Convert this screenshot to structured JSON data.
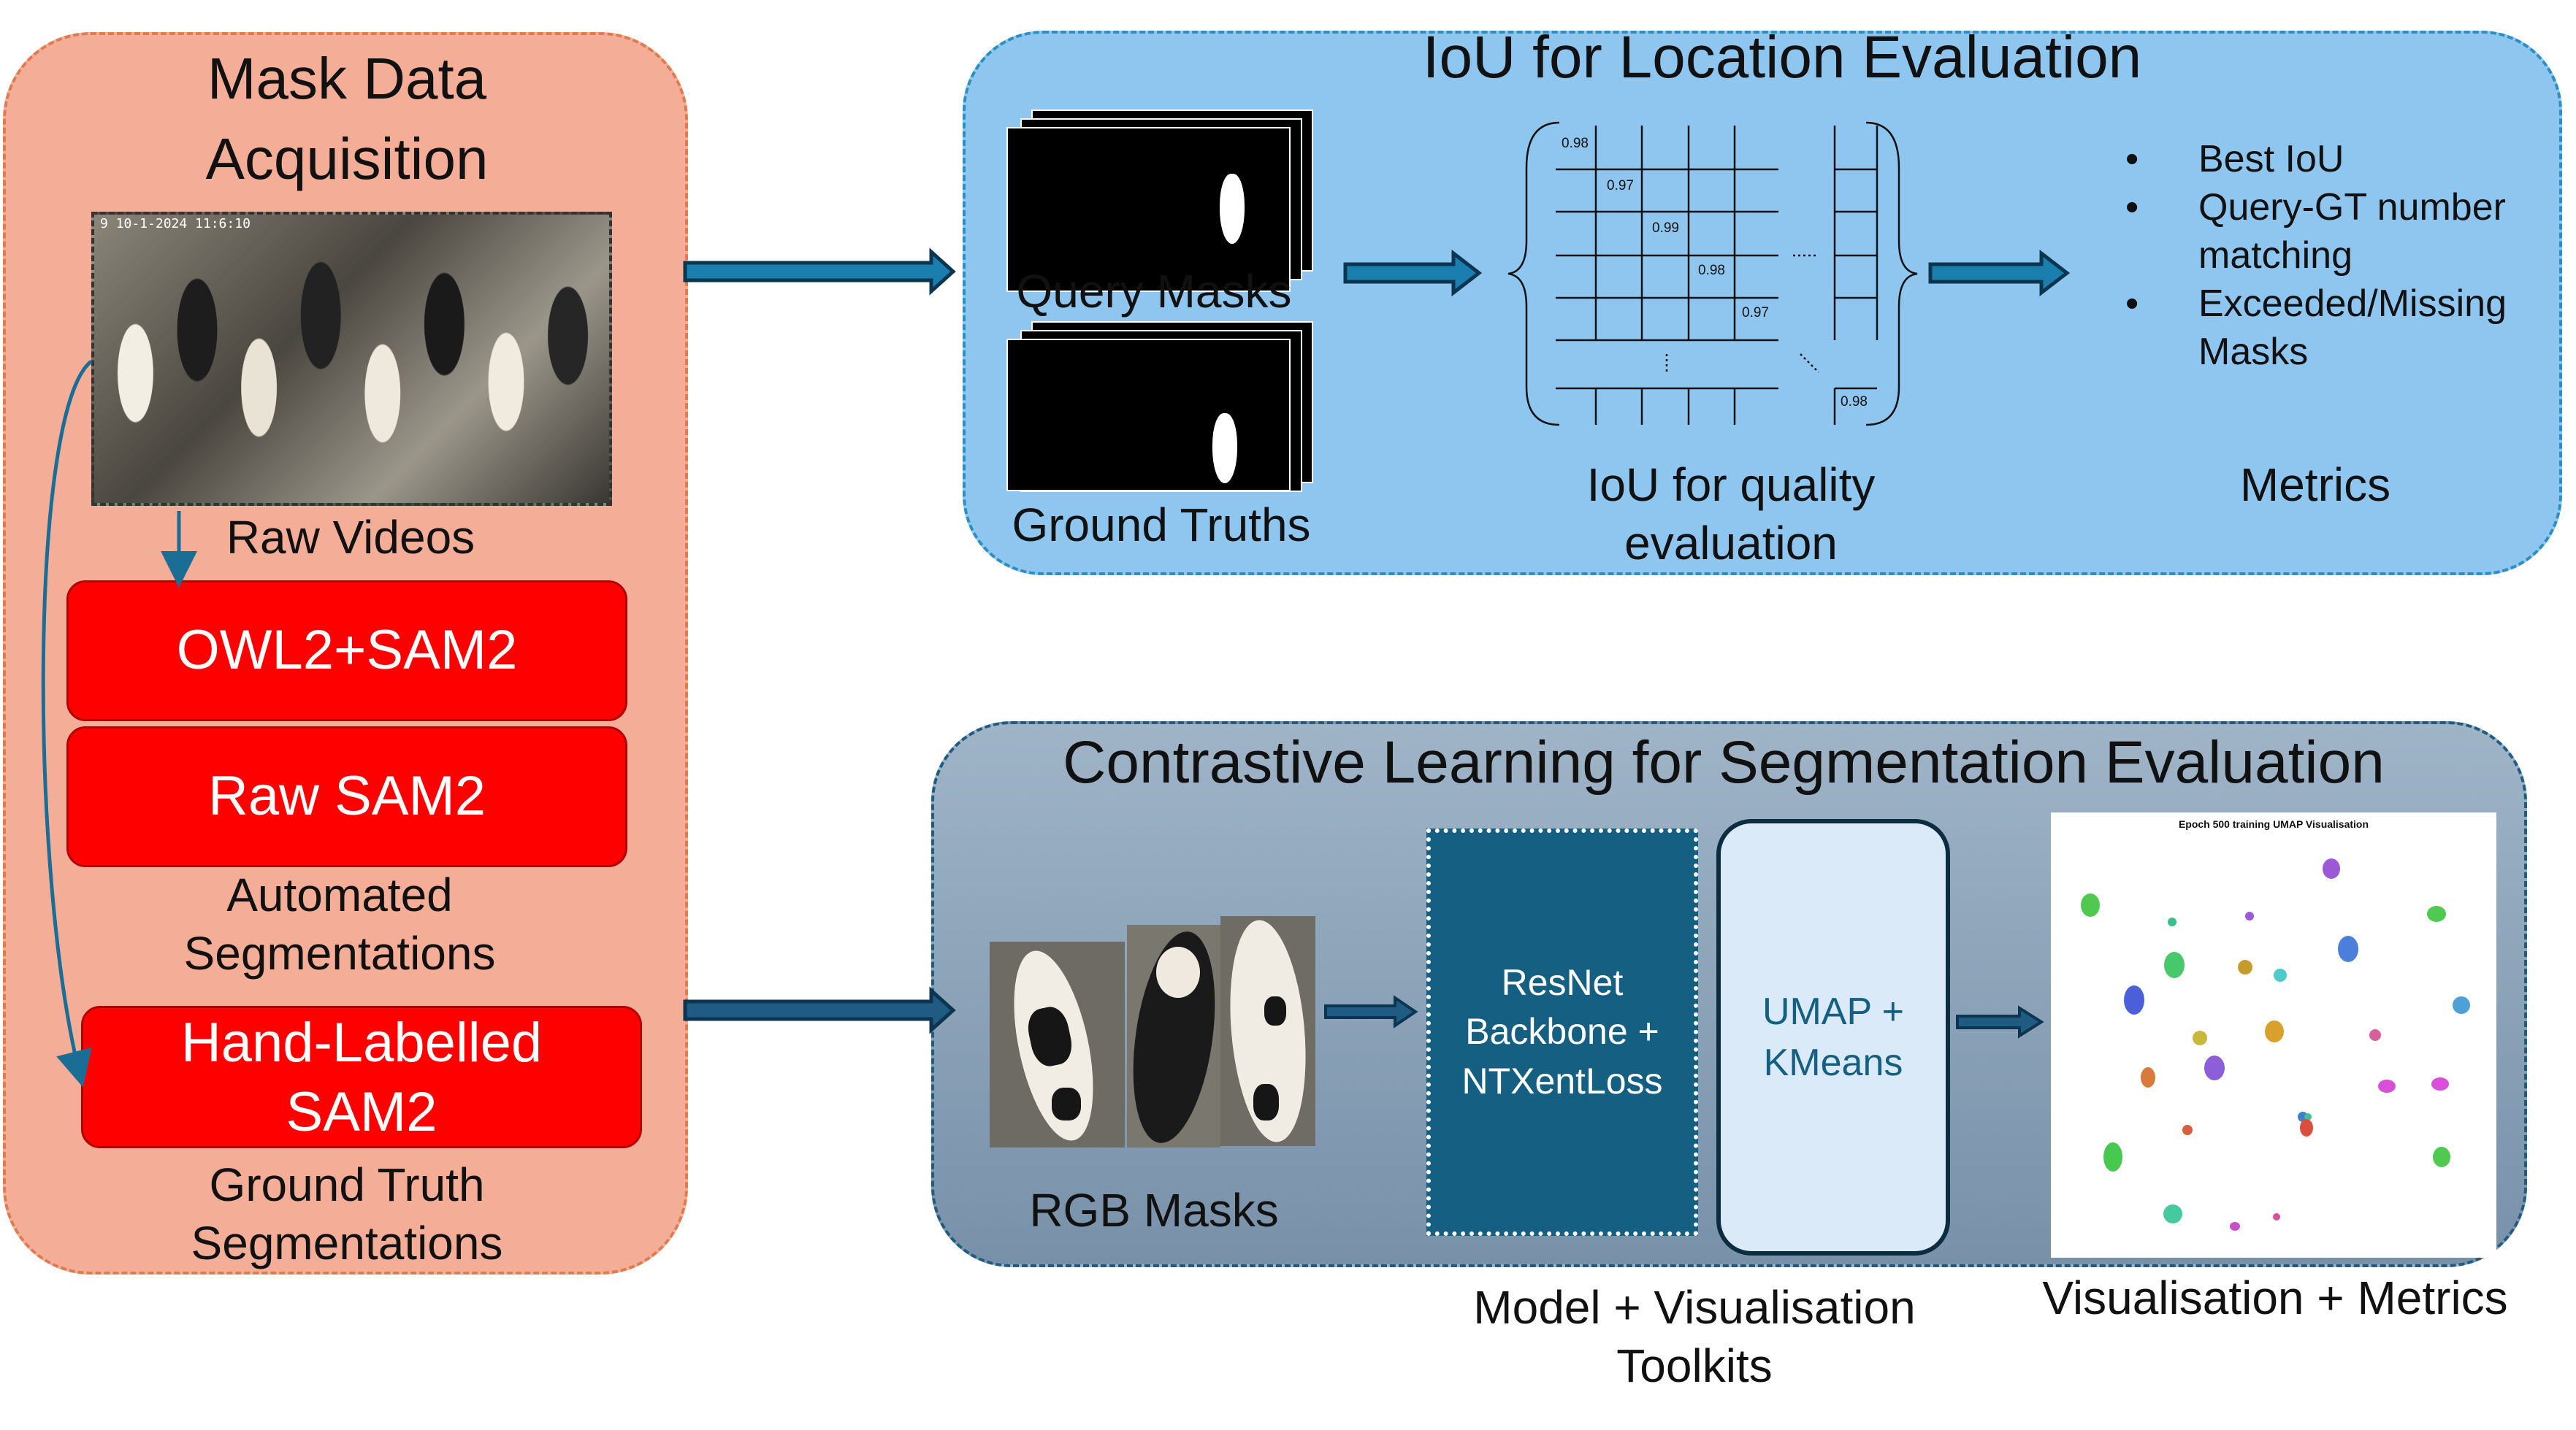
{
  "acquisition": {
    "title_line1": "Mask Data",
    "title_line2": "Acquisition",
    "raw_videos_label": "Raw Videos",
    "video_timestamp": "9  10-1-2024  11:6:10",
    "owl_button": "OWL2+SAM2",
    "raw_sam_button": "Raw SAM2",
    "automated_line1": "Automated",
    "automated_line2": "Segmentations",
    "hand_line1": "Hand-Labelled",
    "hand_line2": "SAM2",
    "gt_line1": "Ground Truth",
    "gt_line2": "Segmentations"
  },
  "iou_panel": {
    "title": "IoU for Location Evaluation",
    "query_masks_label": "Query Masks",
    "ground_truths_label": "Ground Truths",
    "matrix_values": [
      "0.98",
      "0.97",
      "0.99",
      "0.98",
      "0.97",
      "0.98"
    ],
    "matrix_label_line1": "IoU for quality",
    "matrix_label_line2": "evaluation",
    "metrics": [
      {
        "line1": "Best IoU",
        "line2": ""
      },
      {
        "line1": "Query-GT number",
        "line2": "matching"
      },
      {
        "line1": "Exceeded/Missing",
        "line2": "Masks"
      }
    ],
    "metrics_label": "Metrics"
  },
  "contrastive_panel": {
    "title": "Contrastive Learning for Segmentation Evaluation",
    "rgb_masks_label": "RGB Masks",
    "resnet_line1": "ResNet",
    "resnet_line2": "Backbone +",
    "resnet_line3": "NTXentLoss",
    "umap_line1": "UMAP +",
    "umap_line2": "KMeans",
    "umap_plot_title": "Epoch 500 training UMAP Visualisation",
    "model_label_line1": "Model + Visualisation",
    "model_label_line2": "Toolkits",
    "vis_label": "Visualisation + Metrics"
  },
  "colors": {
    "acquisition_fill": "#f4ae97",
    "acquisition_border": "#e07b4f",
    "iou_fill": "#8ec6ef",
    "contrastive_fill": "#8aa3ba",
    "red_button": "#ff0000",
    "resnet_fill": "#156082",
    "umap_fill": "#dbeaf9",
    "arrow": "#1a6e96"
  }
}
